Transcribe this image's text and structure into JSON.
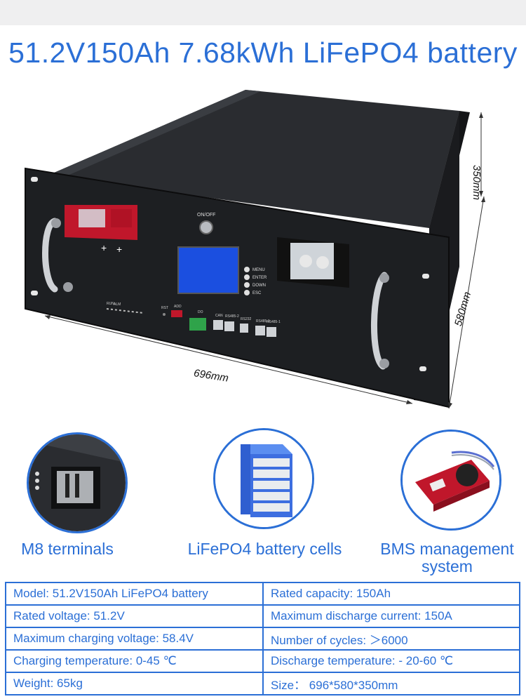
{
  "title": "51.2V150Ah 7.68kWh LiFePO4 battery",
  "panel": {
    "onoff_label": "ON/OFF",
    "menu_buttons": [
      "MENU",
      "ENTER",
      "DOWN",
      "ESC"
    ],
    "indicator_labels": [
      "RUN",
      "ALM"
    ],
    "rst_label": "RST",
    "add_label": "ADD",
    "do_label": "DO",
    "port_labels": [
      "CAN",
      "RS485-2",
      "RS232",
      "RS485-1",
      "RS485-1"
    ],
    "plus_signs": [
      "+",
      "+"
    ]
  },
  "dimensions": {
    "width": "696mm",
    "depth": "580mm",
    "height": "350mm"
  },
  "features": [
    {
      "caption": "M8 terminals"
    },
    {
      "caption": "LiFePO4 battery cells"
    },
    {
      "caption": "BMS management system"
    }
  ],
  "specs": [
    [
      "Model: 51.2V150Ah LiFePO4 battery",
      "Rated capacity: 150Ah"
    ],
    [
      "Rated voltage: 51.2V",
      "Maximum discharge current: 150A"
    ],
    [
      "Maximum charging voltage: 58.4V",
      "Number of cycles: ＞6000"
    ],
    [
      "Charging temperature: 0-45 ℃",
      "Discharge temperature: - 20-60 ℃"
    ],
    [
      "Weight: 65kg",
      "Size： 696*580*350mm"
    ]
  ],
  "colors": {
    "accent": "#2b6fd6",
    "battery_body": "#1d1f22",
    "terminal_red": "#c0172b",
    "lcd_blue": "#1b4fe0"
  }
}
